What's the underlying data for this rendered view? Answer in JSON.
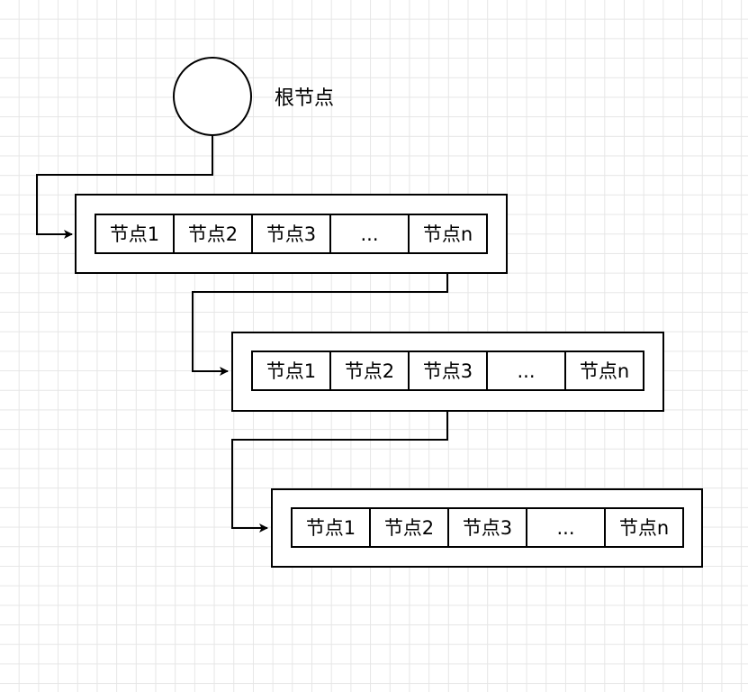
{
  "root": {
    "label": "根节点"
  },
  "levels": [
    {
      "cells": [
        "节点1",
        "节点2",
        "节点3",
        "...",
        "节点n"
      ]
    },
    {
      "cells": [
        "节点1",
        "节点2",
        "节点3",
        "...",
        "节点n"
      ]
    },
    {
      "cells": [
        "节点1",
        "节点2",
        "节点3",
        "...",
        "节点n"
      ]
    }
  ],
  "colors": {
    "stroke": "#000000",
    "fill": "#ffffff",
    "grid": "#e6e6e6"
  }
}
